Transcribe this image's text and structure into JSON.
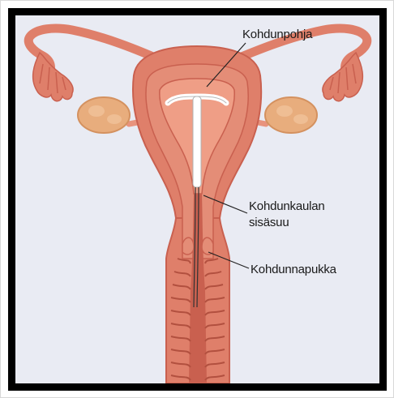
{
  "labels": {
    "fundus": "Kohdunpohja",
    "internal_os_line1": "Kohdunkaulan",
    "internal_os_line2": "sisäsuu",
    "cervix": "Kohdunnapukka"
  },
  "colors": {
    "background": "#e9ebf3",
    "frame": "#000000",
    "uterus_outer": "#df7f6a",
    "uterus_inner": "#c9604f",
    "cavity": "#e9977f",
    "ovary": "#e8ad7d",
    "iud": "#ffffff",
    "leader": "#222222"
  },
  "icons": [
    "uterus-illustration",
    "iud-icon",
    "ovary-icon",
    "fallopian-tube-icon"
  ]
}
